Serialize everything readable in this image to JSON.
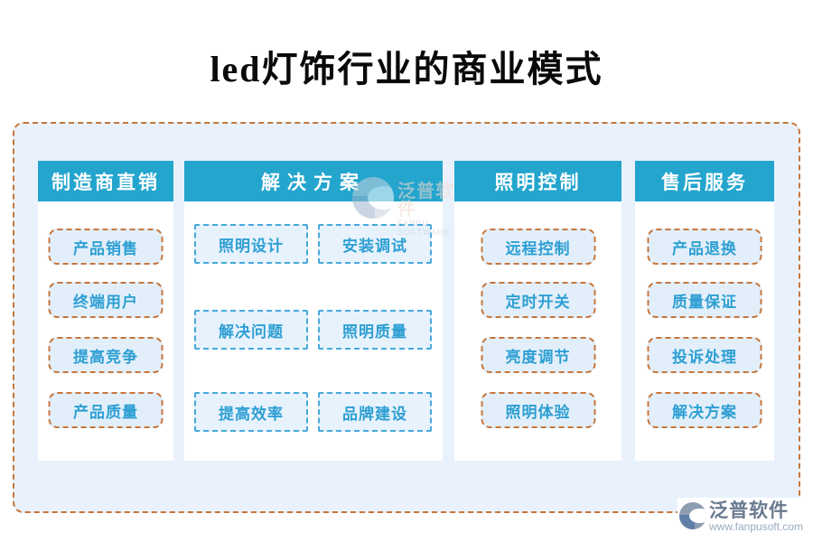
{
  "title": "led灯饰行业的商业模式",
  "columns": [
    {
      "header": "制造商直销",
      "style": "orange",
      "items": [
        "产品销售",
        "终端用户",
        "提高竞争",
        "产品质量"
      ]
    },
    {
      "header": "解决方案",
      "style": "blue",
      "items": [
        "照明设计",
        "安装调试",
        "解决问题",
        "照明质量",
        "提高效率",
        "品牌建设"
      ]
    },
    {
      "header": "照明控制",
      "style": "orange",
      "items": [
        "远程控制",
        "定时开关",
        "亮度调节",
        "照明体验"
      ]
    },
    {
      "header": "售后服务",
      "style": "orange",
      "items": [
        "产品退换",
        "质量保证",
        "投诉处理",
        "解决方案"
      ]
    }
  ],
  "watermark": {
    "brand": "泛普软件",
    "subtitle": "FANPU SOFTWARE"
  },
  "footer": {
    "brand": "泛普软件",
    "url": "www.fanpusoft.com"
  },
  "colors": {
    "header_bg": "#23a5cd",
    "frame_bg": "#e9f2fc",
    "frame_border": "#c8763a",
    "orange_box_border": "#c9763b",
    "blue_box_border": "#45a9dc",
    "item_text": "#2e9fd3",
    "box_fill": "#e2effa"
  }
}
